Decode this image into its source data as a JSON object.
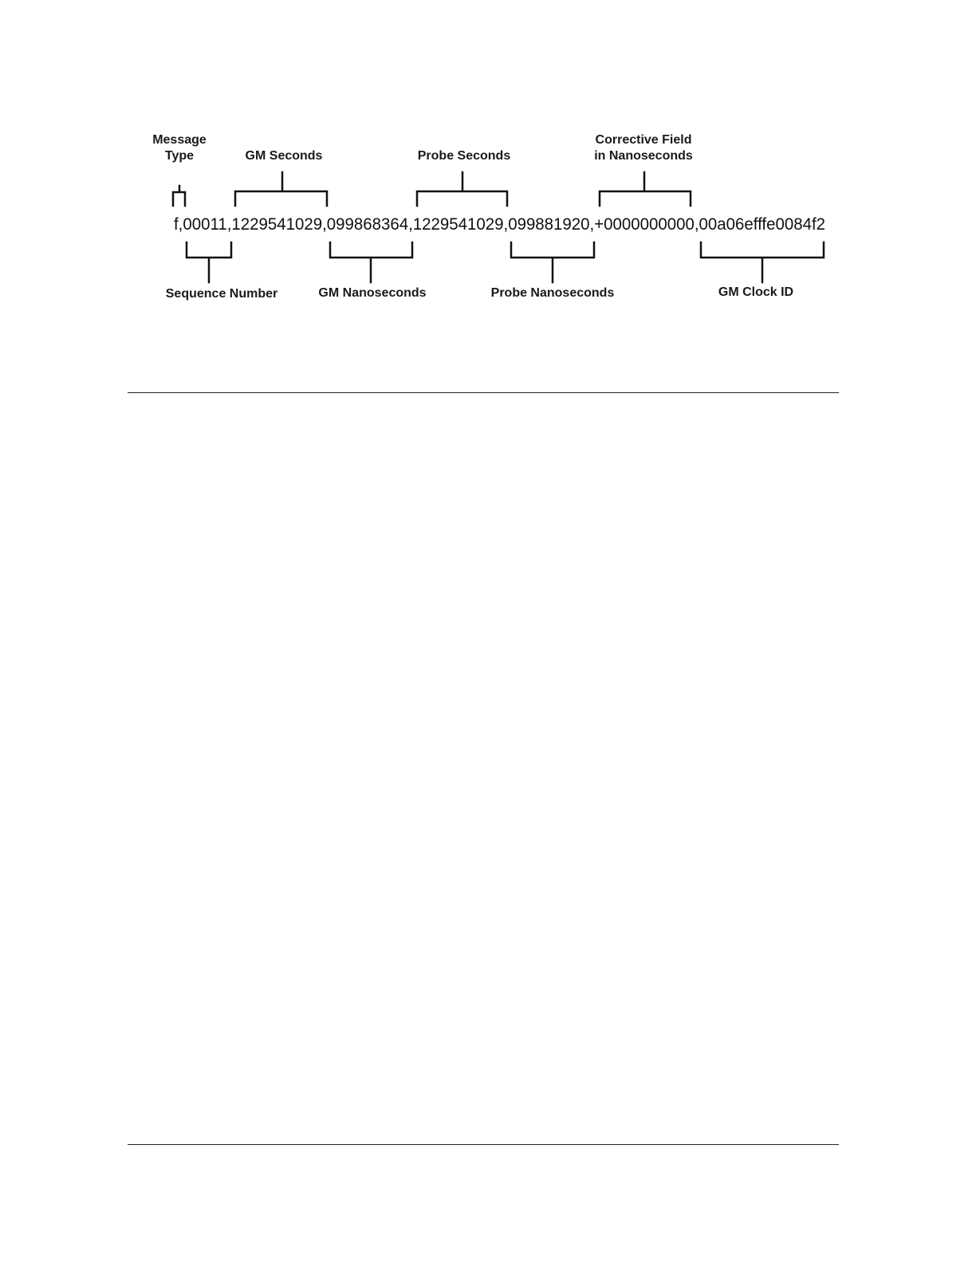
{
  "diagram": {
    "message": "f,00011,1229541029,099868364,1229541029,099881920,+0000000000,00a06efffe0084f2",
    "labels": {
      "message_type": [
        "Message",
        "Type"
      ],
      "gm_seconds": "GM Seconds",
      "probe_seconds": "Probe Seconds",
      "corrective_field": [
        "Corrective Field",
        "in Nanoseconds"
      ],
      "sequence_number": "Sequence Number",
      "gm_nanoseconds": "GM Nanoseconds",
      "probe_nanoseconds": "Probe Nanoseconds",
      "gm_clock_id": "GM Clock ID"
    }
  }
}
